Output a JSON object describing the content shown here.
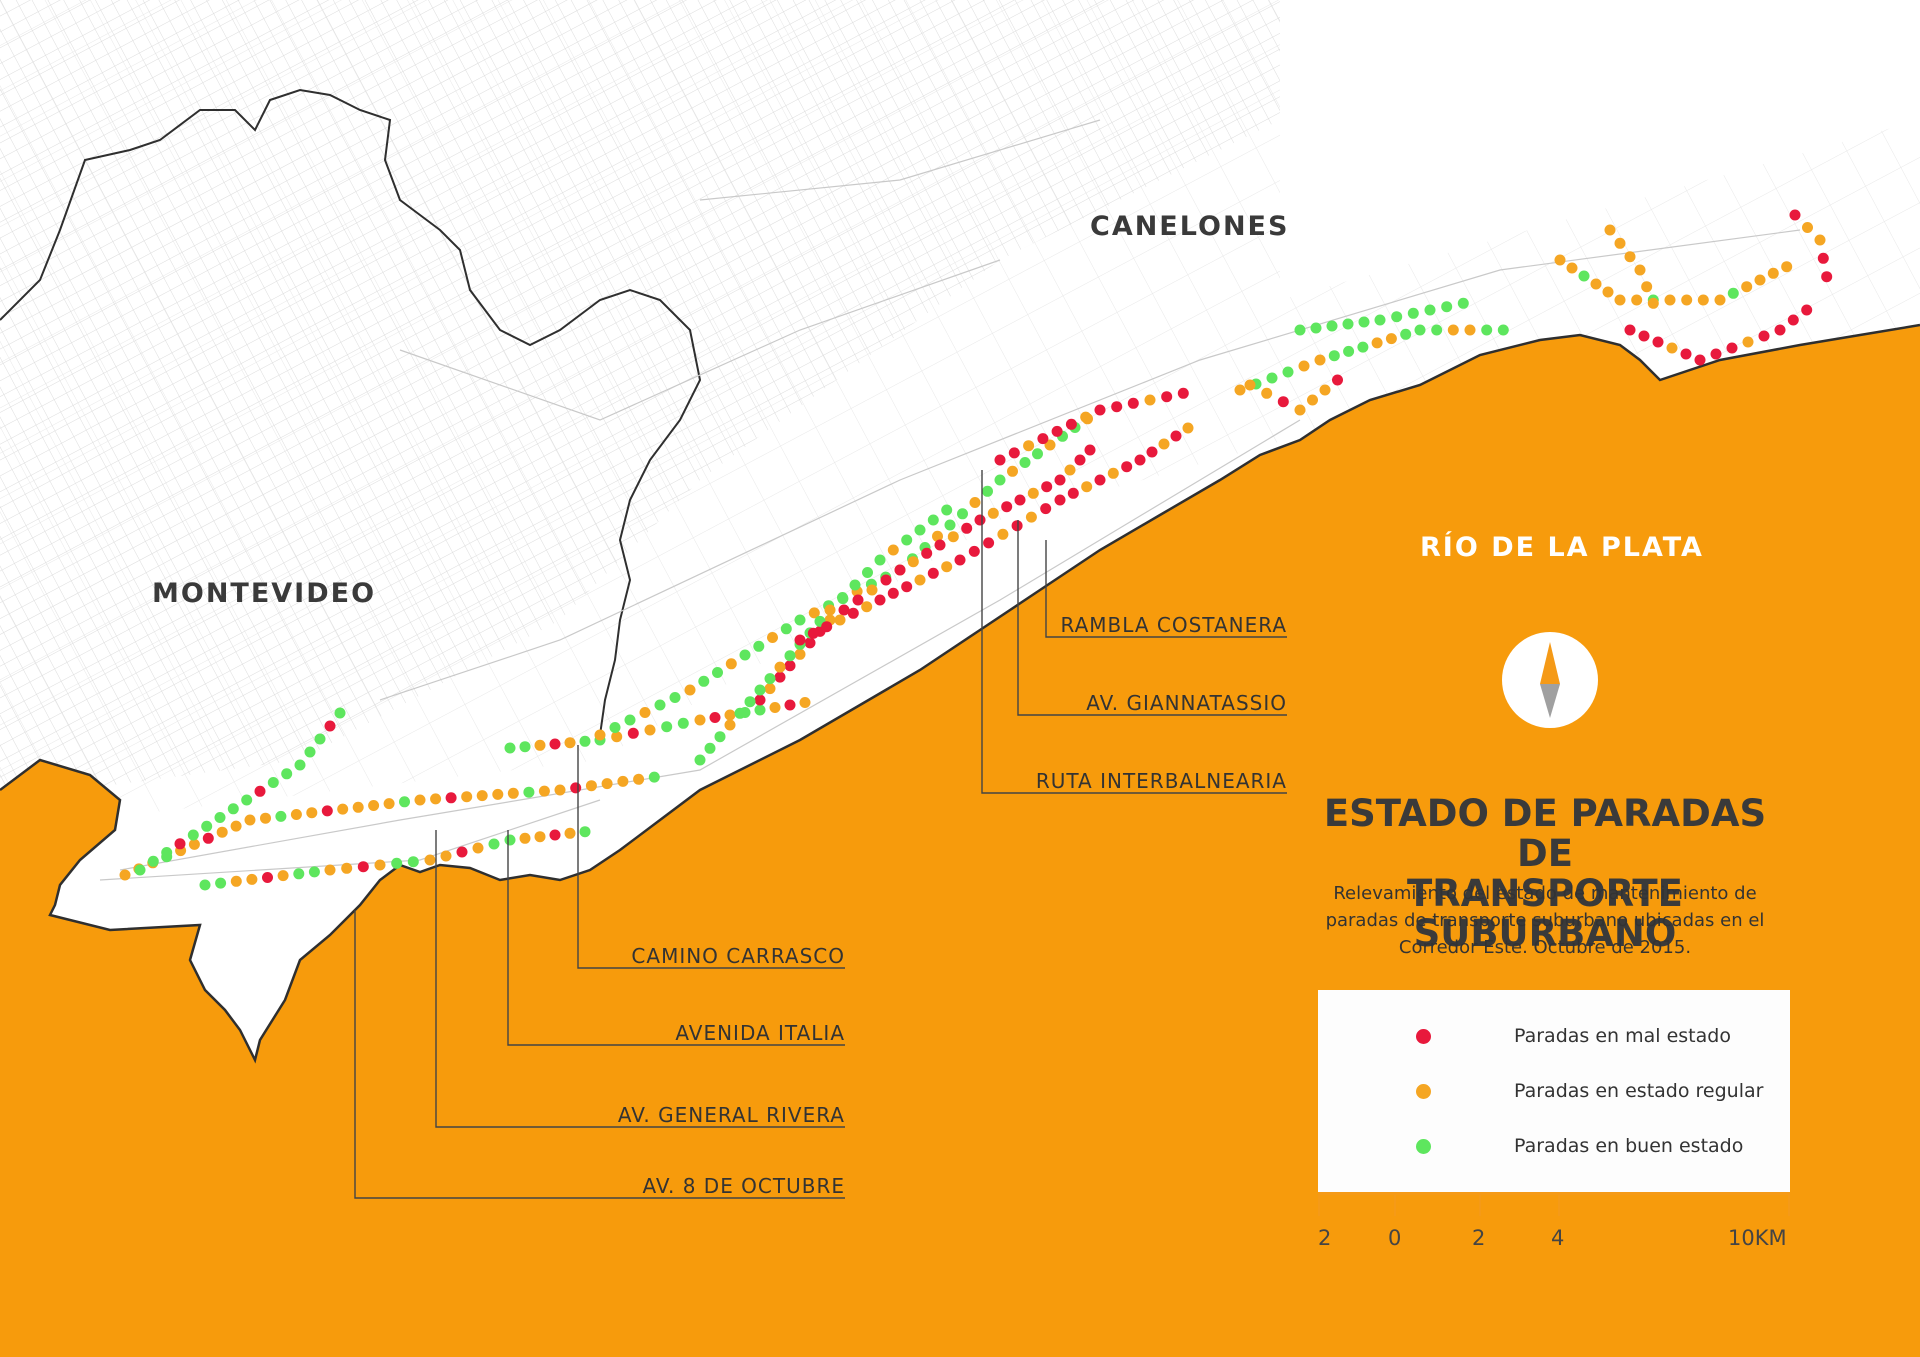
{
  "regions": {
    "canelones": "CANELONES",
    "montevideo": "MONTEVIDEO",
    "river": "RÍO DE LA PLATA"
  },
  "roads": {
    "rambla_costanera": "RAMBLA COSTANERA",
    "av_giannatassio": "AV. GIANNATASSIO",
    "ruta_interbalnearia": "RUTA INTERBALNEARIA",
    "camino_carrasco": "CAMINO CARRASCO",
    "avenida_italia": "AVENIDA ITALIA",
    "av_general_rivera": "AV. GENERAL RIVERA",
    "av_8_de_octubre": "AV. 8 DE OCTUBRE"
  },
  "title": {
    "line1": "ESTADO DE PARADAS DE",
    "line2": "TRANSPORTE SUBURBANO"
  },
  "subtitle": "Relevamiento del estado de mantenimiento de paradas de transporte suburbano ubicadas en el Corredor Este. Octubre de 2015.",
  "legend": {
    "items": [
      {
        "label": "Paradas en mal estado",
        "color": "#e8193c"
      },
      {
        "label": "Paradas en estado regular",
        "color": "#f5a623"
      },
      {
        "label": "Paradas en buen estado",
        "color": "#5ee65e"
      }
    ]
  },
  "scale": {
    "labels": [
      "2",
      "0",
      "2",
      "4",
      "10KM"
    ]
  },
  "colors": {
    "water": "#f79b0c",
    "land": "#ffffff",
    "streets": "#d8d8d8",
    "bad": "#e8193c",
    "regular": "#f5a623",
    "good": "#5ee65e",
    "compass_north": "#f59a17",
    "compass_south": "#a0a0a0"
  },
  "icons": {
    "compass": "compass-rose-icon"
  }
}
